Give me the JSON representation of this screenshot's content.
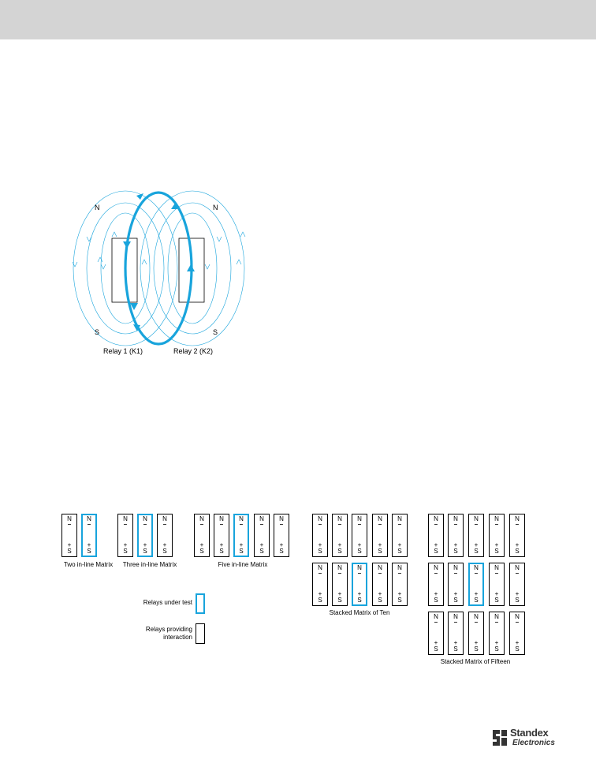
{
  "header": {
    "bar_color": "#d4d4d4"
  },
  "figure1": {
    "relay1_label": "Relay 1 (K1)",
    "relay2_label": "Relay 2 (K2)",
    "pole_n": "N",
    "pole_s": "S",
    "field_color": "#18a4dc"
  },
  "relay_marks": {
    "north": "N",
    "minus": "–",
    "plus": "+",
    "south": "S"
  },
  "figure2": {
    "captions": {
      "two": "Two in-line Matrix",
      "three": "Three in-line Matrix",
      "five": "Five in-line Matrix",
      "ten": "Stacked Matrix of Ten",
      "fifteen": "Stacked Matrix of Fifteen"
    },
    "legend": {
      "under_test": "Relays under test",
      "interaction_line1": "Relays providing",
      "interaction_line2": "interaction"
    },
    "test_color": "#18a4dc"
  },
  "logo": {
    "name": "Standex",
    "sub": "Electronics"
  }
}
